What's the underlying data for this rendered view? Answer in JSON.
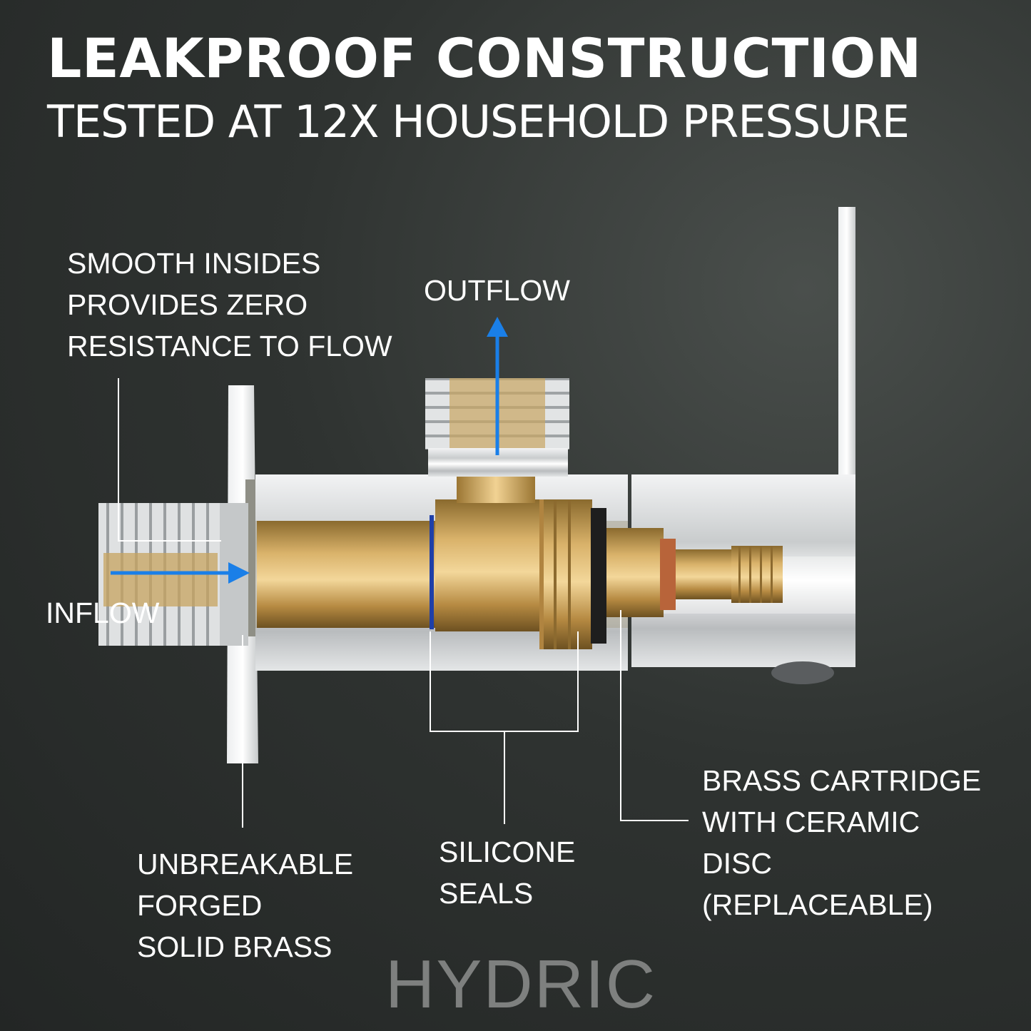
{
  "header": {
    "title": "LEAKPROOF CONSTRUCTION",
    "subtitle": "TESTED AT 12X HOUSEHOLD PRESSURE"
  },
  "callouts": {
    "smooth_insides": "SMOOTH INSIDES\nPROVIDES ZERO\nRESISTANCE TO FLOW",
    "outflow": "OUTFLOW",
    "inflow": "INFLOW",
    "forged_brass": "UNBREAKABLE\nFORGED\nSOLID BRASS",
    "silicone_seals": "SILICONE\nSEALS",
    "cartridge": "BRASS CARTRIDGE\nWITH CERAMIC\nDISC\n(REPLACEABLE)"
  },
  "brand": "HYDRIC",
  "colors": {
    "flow_arrow": "#1a7fe8",
    "brass": "#c9a25a",
    "chrome": "#d9dbdc"
  }
}
